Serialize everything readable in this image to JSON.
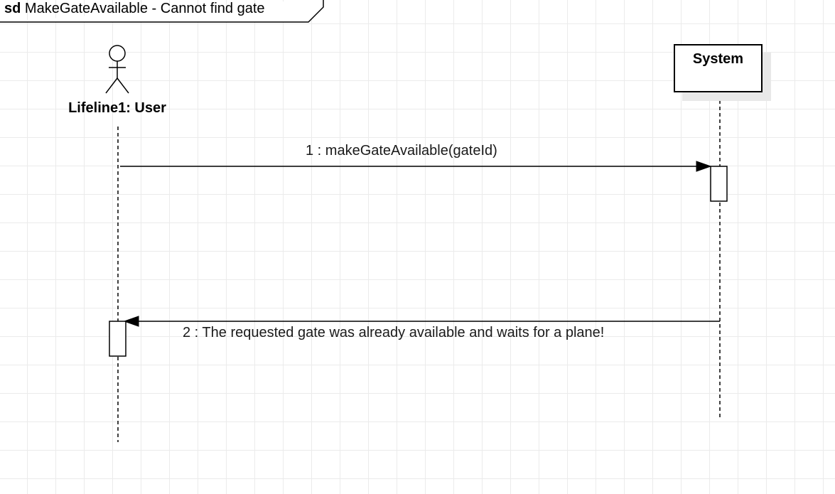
{
  "frame": {
    "keyword": "sd",
    "title": "MakeGateAvailable - Cannot find gate"
  },
  "lifelines": {
    "actor": {
      "label": "Lifeline1: User"
    },
    "system": {
      "label": "System"
    }
  },
  "messages": [
    {
      "label": "1 : makeGateAvailable(gateId)"
    },
    {
      "label": "2 : The requested gate was already available and waits for a plane!"
    }
  ]
}
